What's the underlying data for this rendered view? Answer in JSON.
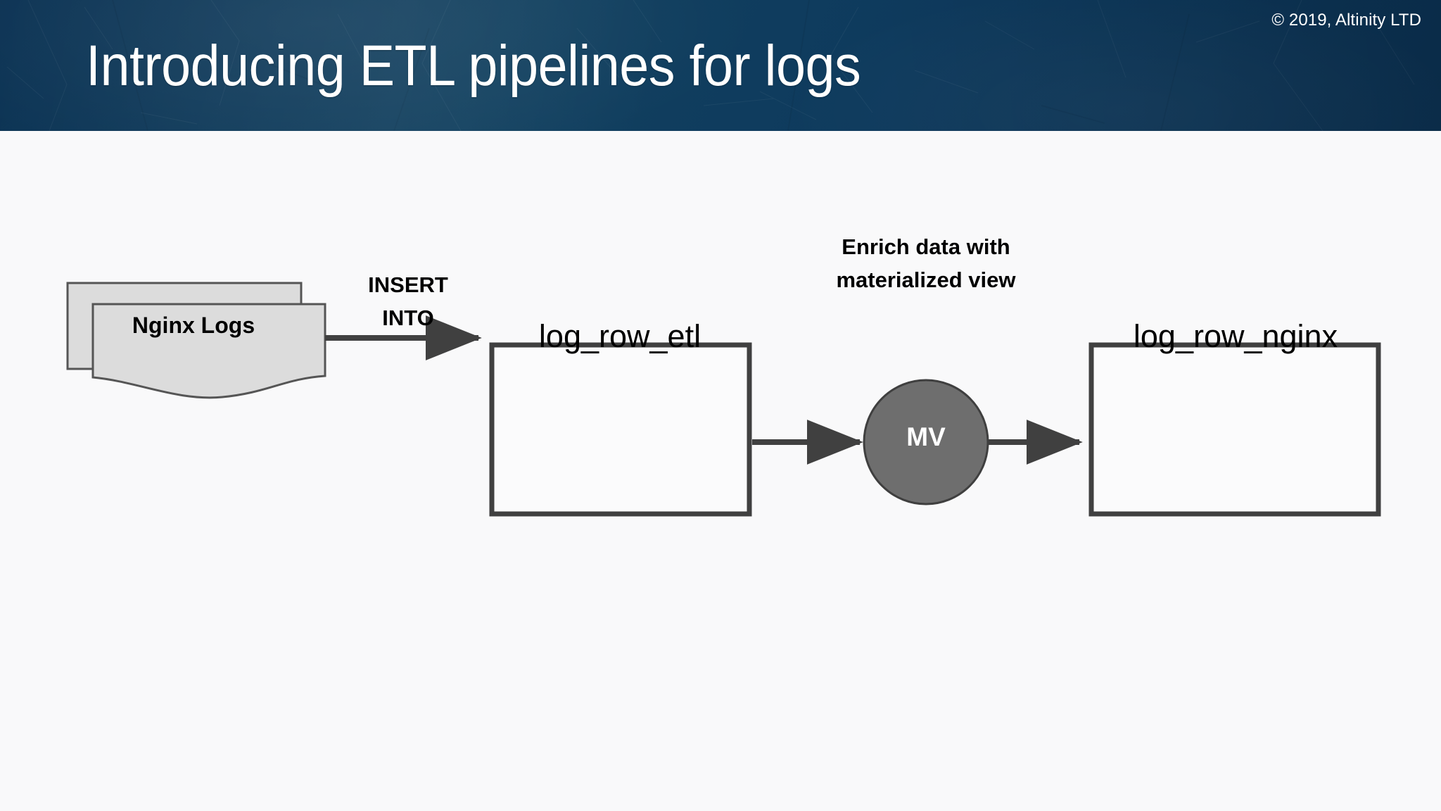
{
  "slide": {
    "title": "Introducing ETL pipelines for logs",
    "copyright": "© 2019, Altinity LTD",
    "header_color": "#0e3a5e",
    "background_color": "#f9f9fa"
  },
  "diagram": {
    "type": "flow",
    "nodes": [
      {
        "id": "nginx-logs",
        "shape": "document-stack",
        "label": "Nginx Logs",
        "fill": "#dcdcdc",
        "stroke": "#555555",
        "text_color": "#000000"
      },
      {
        "id": "log-row-etl",
        "shape": "rectangle",
        "label": "log_row_etl",
        "fill": "#fbfbfc",
        "stroke": "#404040",
        "text_color": "#000000"
      },
      {
        "id": "materialized-view",
        "shape": "circle",
        "label": "MV",
        "fill": "#6e6e6e",
        "stroke": "#3f3f3f",
        "text_color": "#ffffff"
      },
      {
        "id": "log-row-nginx",
        "shape": "rectangle",
        "label": "log_row_nginx",
        "fill": "#fbfbfc",
        "stroke": "#404040",
        "text_color": "#000000"
      }
    ],
    "edges": [
      {
        "id": "edge-logs-to-etl",
        "from": "nginx-logs",
        "to": "log-row-etl",
        "label": "INSERT\nINTO",
        "label_line1": "INSERT",
        "label_line2": "INTO",
        "color": "#404040"
      },
      {
        "id": "edge-etl-to-mv",
        "from": "log-row-etl",
        "to": "materialized-view",
        "label": "Enrich data with\nmaterialized view",
        "label_line1": "Enrich data with",
        "label_line2": "materialized view",
        "color": "#404040"
      },
      {
        "id": "edge-mv-to-nginx",
        "from": "materialized-view",
        "to": "log-row-nginx",
        "label": "",
        "color": "#404040"
      }
    ]
  }
}
